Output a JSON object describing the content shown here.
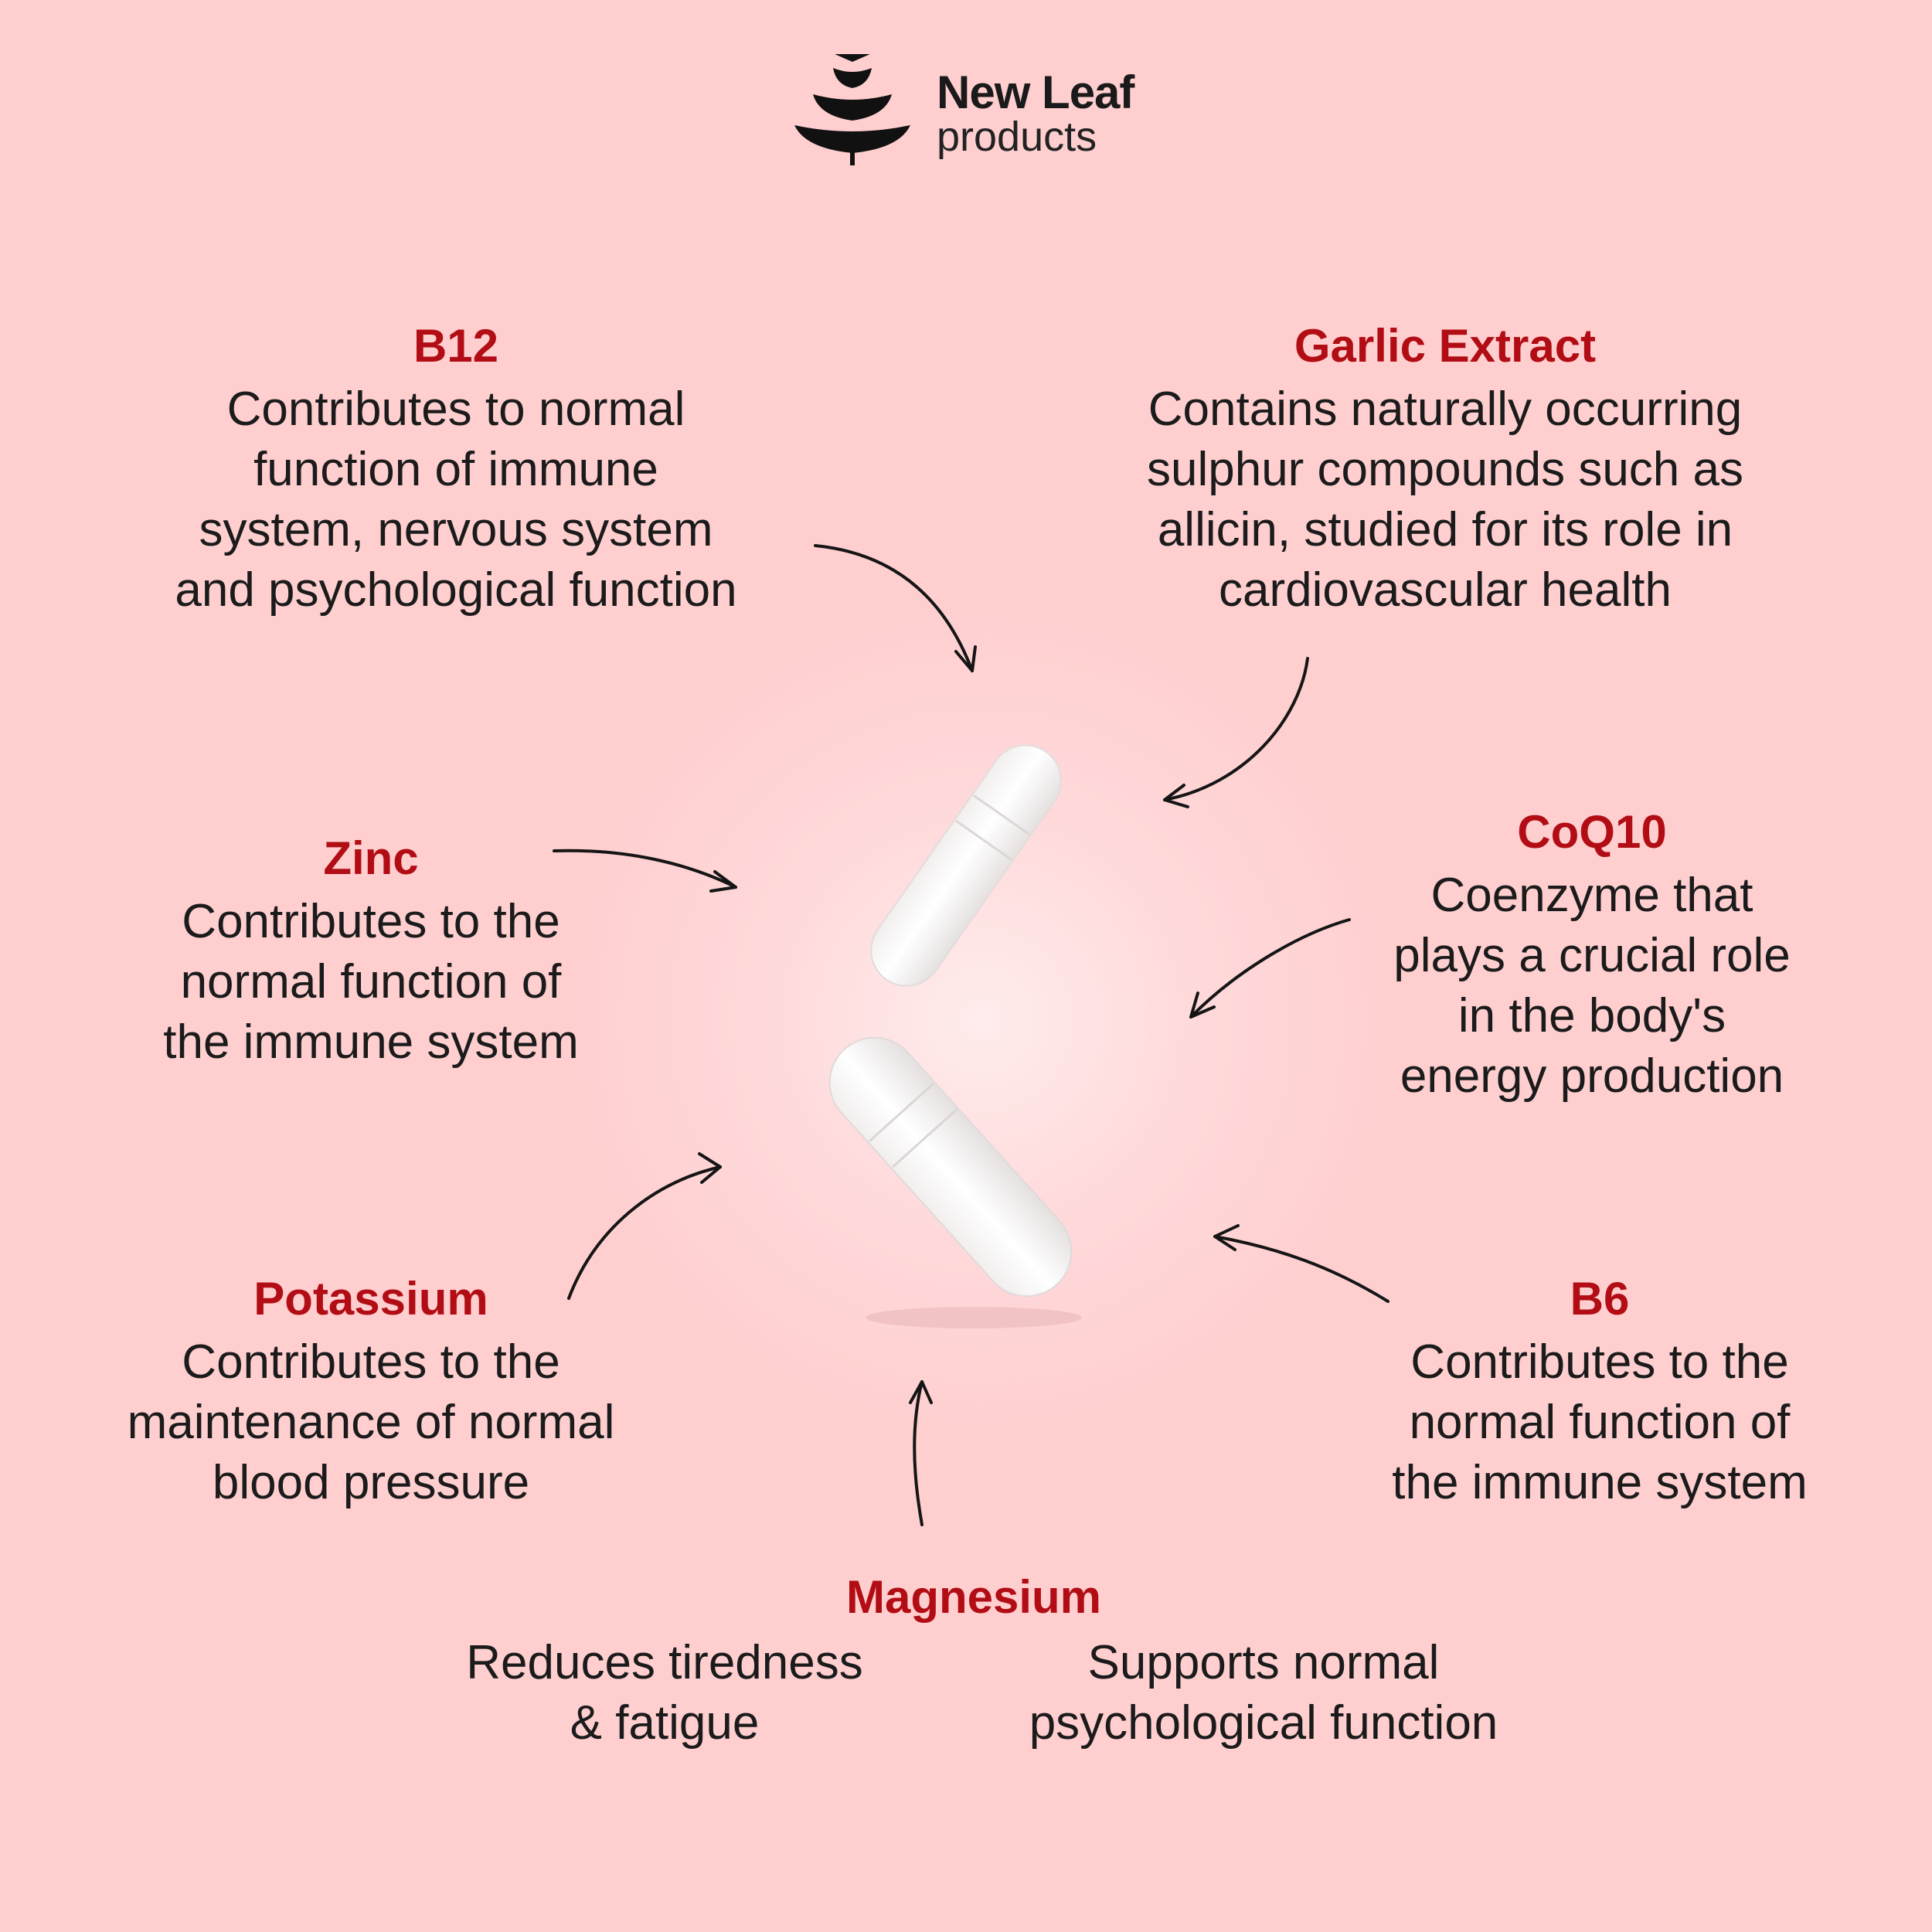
{
  "brand": {
    "name": "New Leaf",
    "sub": "products",
    "logo_icon": "leaf-stack-icon"
  },
  "colors": {
    "background": "#ffcfd0",
    "heading": "#b20d14",
    "text": "#1b1b1b"
  },
  "nutrients": {
    "b12": {
      "title": "B12",
      "desc": "Contributes to normal\nfunction of immune\nsystem, nervous system\nand psychological function"
    },
    "garlic": {
      "title": "Garlic Extract",
      "desc": "Contains naturally occurring\nsulphur compounds such as\nallicin, studied for its role in\ncardiovascular health"
    },
    "zinc": {
      "title": "Zinc",
      "desc": "Contributes to the\nnormal function of\nthe immune system"
    },
    "coq10": {
      "title": "CoQ10",
      "desc": "Coenzyme that\nplays a crucial role\nin the body's\nenergy production"
    },
    "potassium": {
      "title": "Potassium",
      "desc": "Contributes to the\nmaintenance of normal\nblood pressure"
    },
    "b6": {
      "title": "B6",
      "desc": "Contributes to the\nnormal function of\nthe immune system"
    },
    "magnesium": {
      "title": "Magnesium",
      "desc_left": "Reduces tiredness\n& fatigue",
      "desc_right": "Supports normal\npsychological function"
    }
  },
  "images": {
    "capsules": "white-capsules-icon"
  }
}
